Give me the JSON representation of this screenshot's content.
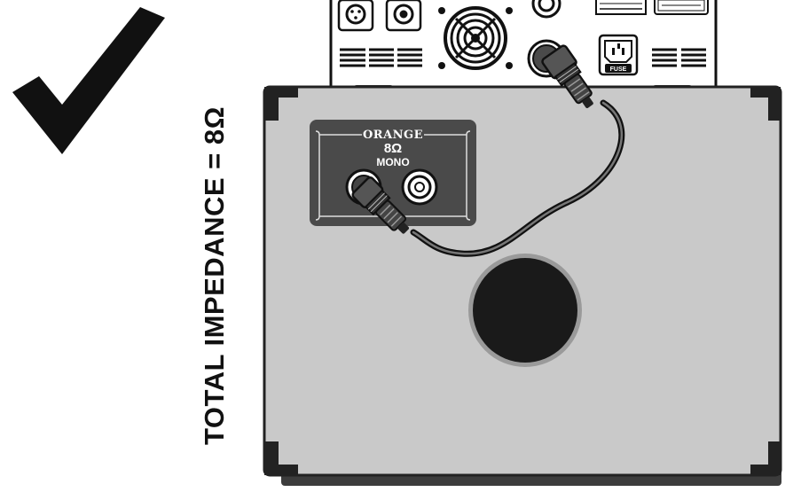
{
  "side_label": "TOTAL IMPEDANCE = 8Ω",
  "panel": {
    "brand": "ORANGE",
    "impedance": "8Ω",
    "mode": "MONO"
  },
  "amp": {
    "fuse_label": "FUSE"
  },
  "icons": {
    "status": "checkmark-icon"
  },
  "colors": {
    "cabinet": "#c9c9c9",
    "panel": "#4a4a4a",
    "outline": "#222222",
    "speaker": "#1a1a1a"
  }
}
